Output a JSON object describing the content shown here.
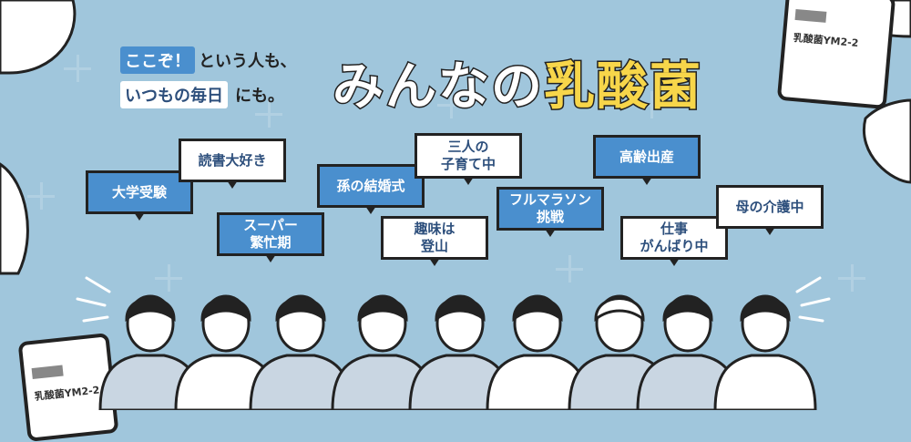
{
  "tagline": {
    "line1_highlight": "ここぞ！",
    "line1_rest": "という人も、",
    "line2_highlight": "いつもの毎日",
    "line2_rest": "にも。"
  },
  "title": {
    "plain": "みんなの",
    "highlight": "乳酸菌"
  },
  "product": {
    "name": "乳酸菌YM2-2"
  },
  "bubbles": [
    {
      "text": "大学受験",
      "style": "blue"
    },
    {
      "text": "読書大好き",
      "style": "white"
    },
    {
      "text": "スーパー\n繁忙期",
      "style": "blue"
    },
    {
      "text": "孫の結婚式",
      "style": "blue"
    },
    {
      "text": "三人の\n子育て中",
      "style": "white"
    },
    {
      "text": "趣味は\n登山",
      "style": "white"
    },
    {
      "text": "フルマラソン\n挑戦",
      "style": "blue"
    },
    {
      "text": "高齢出産",
      "style": "blue"
    },
    {
      "text": "仕事\nがんばり中",
      "style": "white"
    },
    {
      "text": "母の介護中",
      "style": "white"
    }
  ],
  "colors": {
    "background": "#a0c6dc",
    "accent_blue": "#4a8fce",
    "accent_yellow": "#f7d64a",
    "text_navy": "#2d4f7c"
  }
}
